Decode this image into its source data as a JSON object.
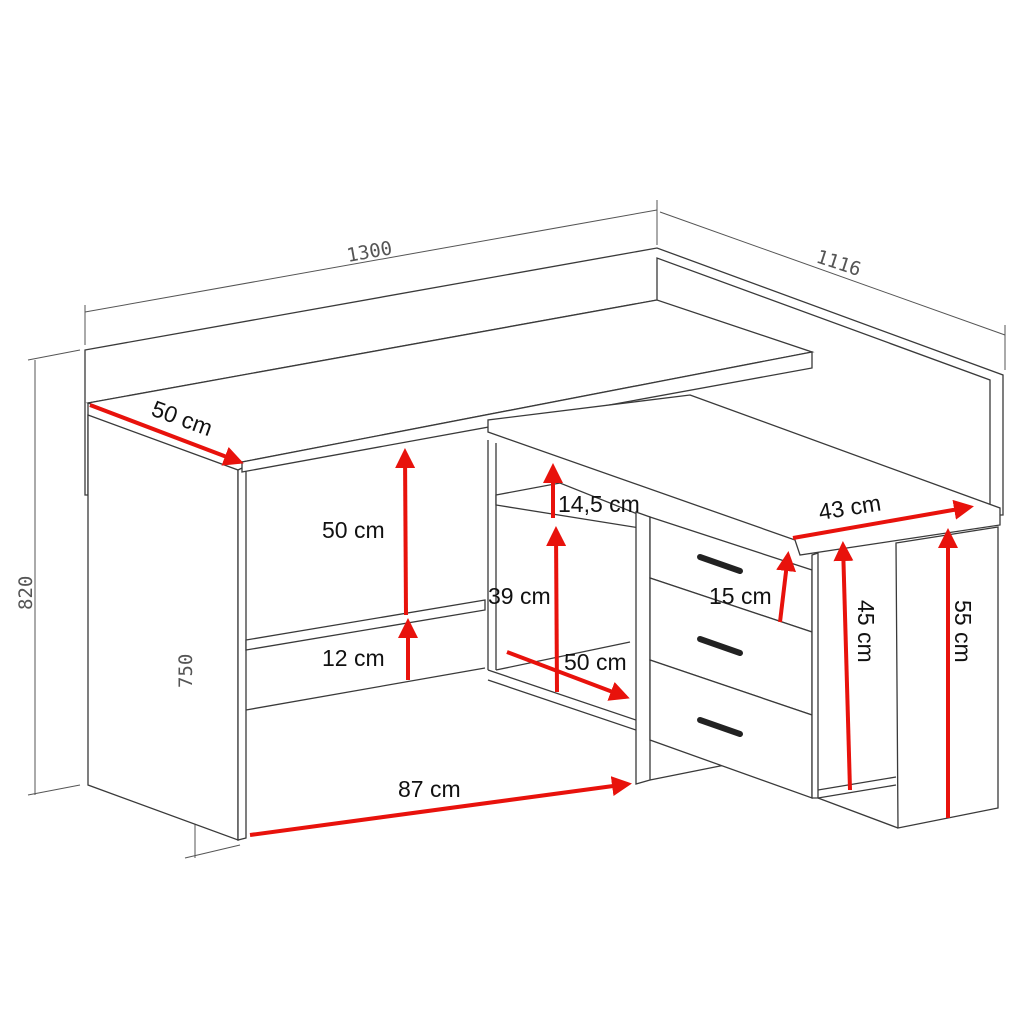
{
  "overall_dimensions_mm": {
    "width": "1300",
    "depth": "1116",
    "height": "820",
    "desk_height": "750"
  },
  "red_dimensions_cm": {
    "desk_depth": "50 cm",
    "knee_clearance_height": "50 cm",
    "front_panel_height": "12 cm",
    "upper_shelf_gap": "14,5 cm",
    "shelf_opening_height": "39 cm",
    "shelf_depth": "50 cm",
    "drawer_height": "15 cm",
    "side_top_width": "43 cm",
    "side_shelf_height": "45 cm",
    "side_height": "55 cm",
    "knee_width": "87 cm"
  },
  "colors": {
    "dimension_arrow": "#e8120c",
    "outline": "#3a3a3a"
  }
}
